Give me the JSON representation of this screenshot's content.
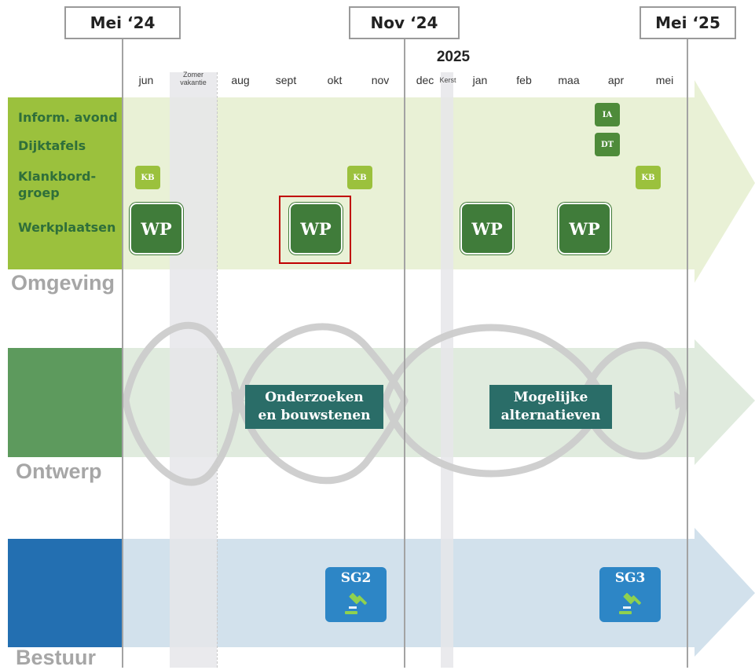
{
  "milestones": {
    "start": "Mei ‘24",
    "mid": "Nov ‘24",
    "end": "Mei ‘25"
  },
  "year_label": "2025",
  "months": [
    "jun",
    "aug",
    "sept",
    "okt",
    "nov",
    "dec",
    "jan",
    "feb",
    "maa",
    "apr",
    "mei"
  ],
  "zomer_label": "Zomer\nvakantie",
  "kerst_label": "Kerst",
  "colors": {
    "omgeving_band": "#e9f1d6",
    "omgeving_block": "#9bc13d",
    "ontwerp_band": "#e0ebde",
    "ontwerp_block": "#5d9a5d",
    "bestuur_band": "#d2e1ec",
    "bestuur_block": "#236fb1",
    "highlight": "#c00000"
  },
  "omgeving": {
    "title": "Omgeving",
    "rows": {
      "inform": "Inform. avond",
      "dijktafels": "Dijktafels",
      "klankbord": "Klankbord-\ngroep",
      "werkplaatsen": "Werkplaatsen"
    },
    "kb_label": "KB",
    "ia_label": "IA",
    "dt_label": "DT",
    "wp_label": "WP"
  },
  "ontwerp": {
    "title": "Ontwerp",
    "box1": "Onderzoeken\nen bouwstenen",
    "box2": "Mogelijke\nalternatieven"
  },
  "bestuur": {
    "title": "Bestuur",
    "sg2": "SG2",
    "sg3": "SG3",
    "gavel_icon": "gavel-icon"
  }
}
